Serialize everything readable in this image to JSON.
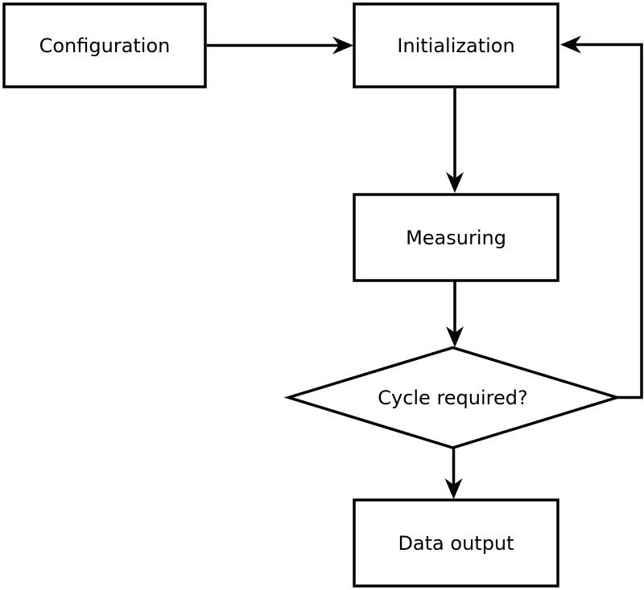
{
  "diagram": {
    "type": "flowchart",
    "background_color": "#ffffff",
    "stroke_color": "#000000",
    "fill_color": "#ffffff",
    "nodes": [
      {
        "id": "configuration",
        "shape": "rectangle",
        "label": "Configuration"
      },
      {
        "id": "initialization",
        "shape": "rectangle",
        "label": "Initialization"
      },
      {
        "id": "measuring",
        "shape": "rectangle",
        "label": "Measuring"
      },
      {
        "id": "cycle-required",
        "shape": "diamond",
        "label": "Cycle required?"
      },
      {
        "id": "data-output",
        "shape": "rectangle",
        "label": "Data output"
      }
    ],
    "edges": [
      {
        "from": "configuration",
        "to": "initialization",
        "direction": "right"
      },
      {
        "from": "initialization",
        "to": "measuring",
        "direction": "down"
      },
      {
        "from": "measuring",
        "to": "cycle-required",
        "direction": "down"
      },
      {
        "from": "cycle-required",
        "to": "data-output",
        "direction": "down"
      },
      {
        "from": "cycle-required",
        "to": "initialization",
        "direction": "loop-right-up"
      }
    ]
  }
}
